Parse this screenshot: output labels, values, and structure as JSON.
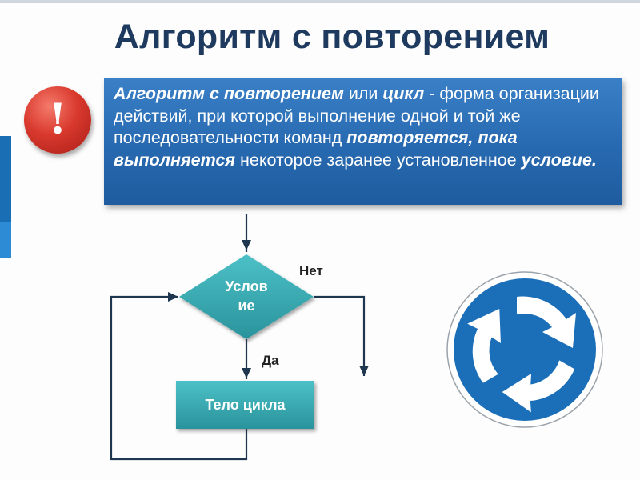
{
  "title": "Алгоритм с повторением",
  "alert_symbol": "!",
  "definition": [
    {
      "text": "Алгоритм с повторением",
      "em": true
    },
    {
      "text": " или ",
      "em": false
    },
    {
      "text": "цикл",
      "em": true
    },
    {
      "text": " - форма организации действий, при которой выполнение одной и той же последовательности команд ",
      "em": false
    },
    {
      "text": "повторяется, пока выполняется",
      "em": true
    },
    {
      "text": " некоторое заранее установленное ",
      "em": false
    },
    {
      "text": "условие.",
      "em": true
    }
  ],
  "flowchart": {
    "condition_line1": "Услов",
    "condition_line2": "ие",
    "no_label": "Нет",
    "yes_label": "Да",
    "body_label": "Тело цикла"
  },
  "colors": {
    "title": "#1f3a5f",
    "definition_box": "#2769b0",
    "node_fill": "#3aa9b0",
    "sign_blue": "#1b6fb8"
  },
  "icons": {
    "alert": "exclamation-icon",
    "sign": "roundabout-sign-icon"
  }
}
